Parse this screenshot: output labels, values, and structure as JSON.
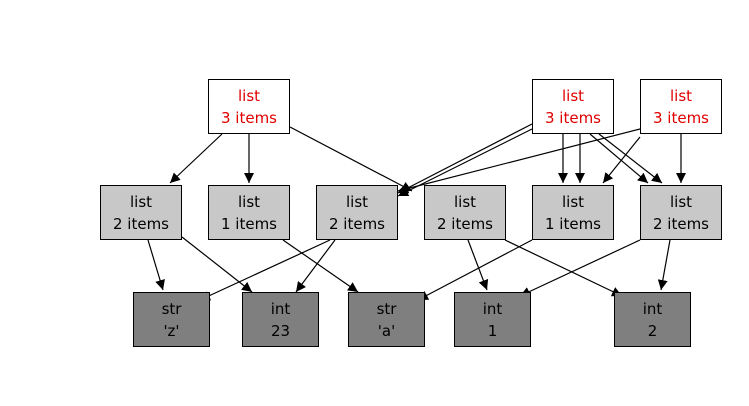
{
  "colors": {
    "root_text": "#e00000",
    "root_fill": "#ffffff",
    "list_fill": "#c8c8c8",
    "leaf_fill": "#7f7f7f",
    "edge": "#000000"
  },
  "nodes": {
    "r1": {
      "type": "list",
      "info": "3 items"
    },
    "r2": {
      "type": "list",
      "info": "3 items"
    },
    "r3": {
      "type": "list",
      "info": "3 items"
    },
    "m1": {
      "type": "list",
      "info": "2 items"
    },
    "m2": {
      "type": "list",
      "info": "1 items"
    },
    "m3": {
      "type": "list",
      "info": "2 items"
    },
    "m4": {
      "type": "list",
      "info": "2 items"
    },
    "m5": {
      "type": "list",
      "info": "1 items"
    },
    "m6": {
      "type": "list",
      "info": "2 items"
    },
    "l1": {
      "type": "str",
      "info": "'z'"
    },
    "l2": {
      "type": "int",
      "info": "23"
    },
    "l3": {
      "type": "str",
      "info": "'a'"
    },
    "l4": {
      "type": "int",
      "info": "1"
    },
    "l5": {
      "type": "int",
      "info": "2"
    }
  },
  "edges": [
    [
      "r1",
      "m1"
    ],
    [
      "r1",
      "m2"
    ],
    [
      "r1",
      "m4"
    ],
    [
      "r2",
      "m3"
    ],
    [
      "r2",
      "m3"
    ],
    [
      "r2",
      "m5"
    ],
    [
      "r2",
      "m5"
    ],
    [
      "r2",
      "m6"
    ],
    [
      "r2",
      "m6"
    ],
    [
      "r3",
      "m3"
    ],
    [
      "r3",
      "m5"
    ],
    [
      "r3",
      "m6"
    ],
    [
      "m1",
      "l1"
    ],
    [
      "m1",
      "l2"
    ],
    [
      "m2",
      "l3"
    ],
    [
      "m3",
      "l1"
    ],
    [
      "m3",
      "l2"
    ],
    [
      "m4",
      "l4"
    ],
    [
      "m4",
      "l5"
    ],
    [
      "m5",
      "l3"
    ],
    [
      "m6",
      "l4"
    ],
    [
      "m6",
      "l5"
    ]
  ]
}
